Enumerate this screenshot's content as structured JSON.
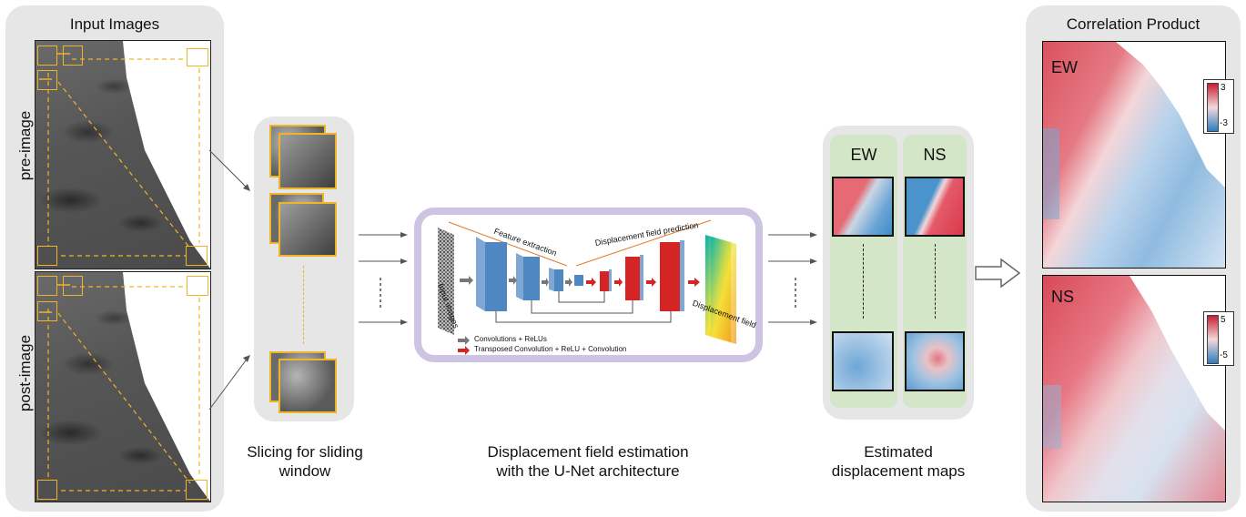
{
  "input_images": {
    "title": "Input Images",
    "pre_label": "pre-image",
    "post_label": "post-image"
  },
  "slicing": {
    "caption_line1": "Slicing for sliding",
    "caption_line2": "window"
  },
  "unet": {
    "caption_line1": "Displacement field estimation",
    "caption_line2": "with the U-Net architecture",
    "feature_extraction": "Feature extraction",
    "displacement_prediction": "Displacement field prediction",
    "input_images": "Input images",
    "displacement_field": "Displacement field",
    "legend_conv": "Convolutions + ReLUs",
    "legend_transposed": "Transposed Convolution + ReLU + Convolution"
  },
  "estimated": {
    "caption_line1": "Estimated",
    "caption_line2": "displacement maps",
    "ew": "EW",
    "ns": "NS"
  },
  "correlation": {
    "title": "Correlation Product",
    "ew": "EW",
    "ns": "NS",
    "ew_max": "3",
    "ew_min": "-3",
    "ns_max": "5",
    "ns_min": "-5"
  },
  "colors": {
    "orange": "#f0b429",
    "panel_gray": "#e6e6e6",
    "lavender": "#cdc3e3",
    "green": "#d4e6c8",
    "red": "#d73535",
    "blue": "#2f7fc1"
  }
}
